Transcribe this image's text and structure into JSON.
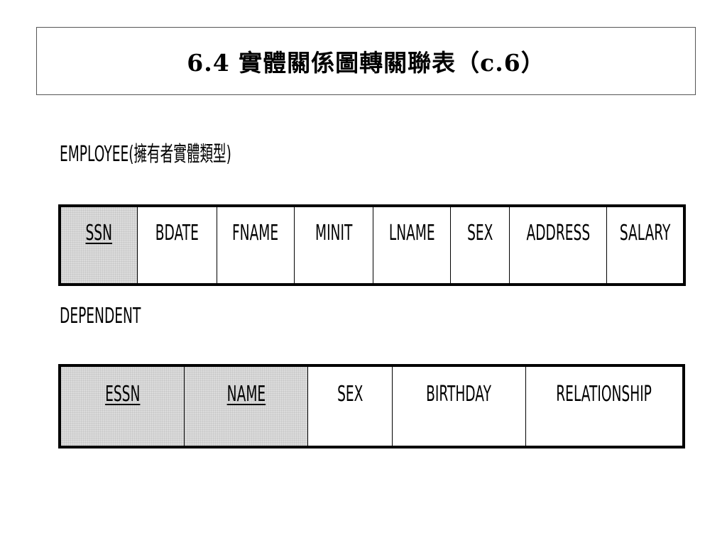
{
  "slide": {
    "title": "6.4 實體關係圖轉關聯表（c.6）"
  },
  "relations": [
    {
      "label": "EMPLOYEE(擁有者實體類型)",
      "columns": [
        {
          "name": "SSN",
          "key": true
        },
        {
          "name": "BDATE",
          "key": false
        },
        {
          "name": "FNAME",
          "key": false
        },
        {
          "name": "MINIT",
          "key": false
        },
        {
          "name": "LNAME",
          "key": false
        },
        {
          "name": "SEX",
          "key": false
        },
        {
          "name": "ADDRESS",
          "key": false
        },
        {
          "name": "SALARY",
          "key": false
        }
      ]
    },
    {
      "label": "DEPENDENT",
      "columns": [
        {
          "name": "ESSN",
          "key": true
        },
        {
          "name": "NAME",
          "key": true
        },
        {
          "name": "SEX",
          "key": false
        },
        {
          "name": "BIRTHDAY",
          "key": false
        },
        {
          "name": "RELATIONSHIP",
          "key": false
        }
      ]
    }
  ]
}
